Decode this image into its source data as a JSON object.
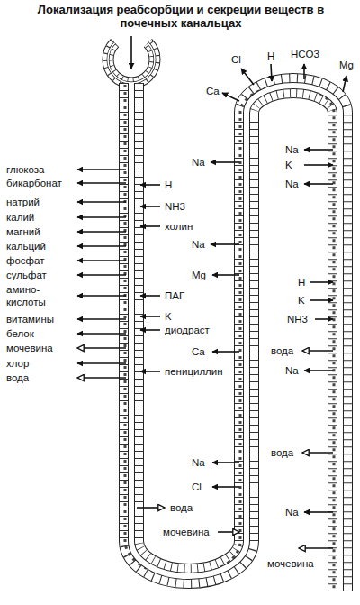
{
  "diagram": {
    "title": "Локализация реабсорбции и секреции веществ в почечных канальцах",
    "labels": [
      "глюкоза",
      "бикарбонат",
      "натрий",
      "калий",
      "магний",
      "кальций",
      "фосфат",
      "сульфат",
      "амино- кислоты",
      "витамины",
      "белок",
      "мочевина",
      "хлор",
      "вода",
      "Na",
      "H",
      "NH3",
      "холин",
      "Na",
      "Mg",
      "ПАГ",
      "K",
      "диодраст",
      "Ca",
      "пенициллин",
      "Na",
      "Cl",
      "вода",
      "мочевина",
      "Cl",
      "H",
      "HCO3",
      "Ca",
      "Mg",
      "Na",
      "K",
      "Na",
      "H",
      "K",
      "NH3",
      "вода",
      "Na",
      "вода",
      "Na",
      "мочевина"
    ]
  }
}
